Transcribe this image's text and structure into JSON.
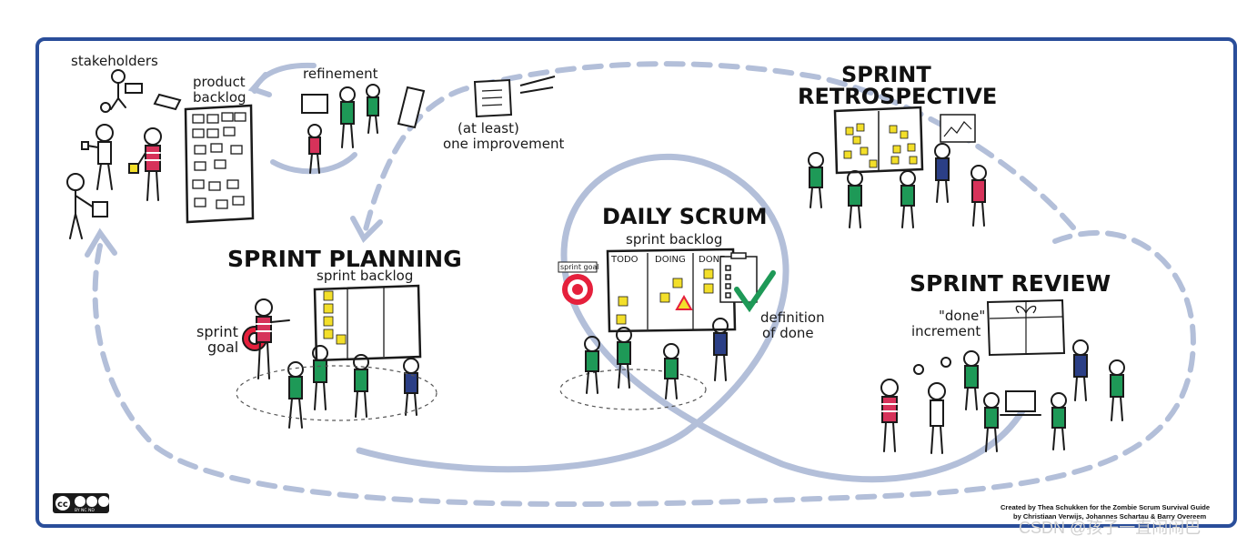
{
  "labels": {
    "stakeholders": "stakeholders",
    "product_backlog_line1": "product",
    "product_backlog_line2": "backlog",
    "refinement": "refinement",
    "improvement_line1": "(at least)",
    "improvement_line2": "one improvement",
    "retro_line1": "SPRINT",
    "retro_line2": "RETROSPECTIVE",
    "daily_scrum": "DAILY SCRUM",
    "daily_sprint_backlog": "sprint backlog",
    "col_todo": "TODO",
    "col_doing": "DOING",
    "col_done": "DONE",
    "sprint_goal_tag": "sprint goal",
    "definition_line1": "definition",
    "definition_line2": "of done",
    "sprint_planning": "SPRINT PLANNING",
    "planning_sprint_backlog": "sprint backlog",
    "sprint_goal_line1": "sprint",
    "sprint_goal_line2": "goal",
    "sprint_review": "SPRINT REVIEW",
    "done_inc_line1": "\"done\"",
    "done_inc_line2": "increment"
  },
  "credits": {
    "line1": "Created by Thea Schukken for the Zombie Scrum Survival Guide",
    "line2": "by Christiaan Verwijs, Johannes Schartau & Barry Overeem"
  },
  "license": {
    "badge": "cc",
    "sub": "BY  NC  ND"
  },
  "watermark": "CSDN @孩子一直闹闹巴",
  "colors": {
    "frame": "#2a4e9a",
    "loop": "#b3bfd9",
    "green": "#1e9957",
    "pink": "#d6325a",
    "sticky": "#f3df2a",
    "blue": "#2b3f86",
    "red": "#e5203c"
  }
}
